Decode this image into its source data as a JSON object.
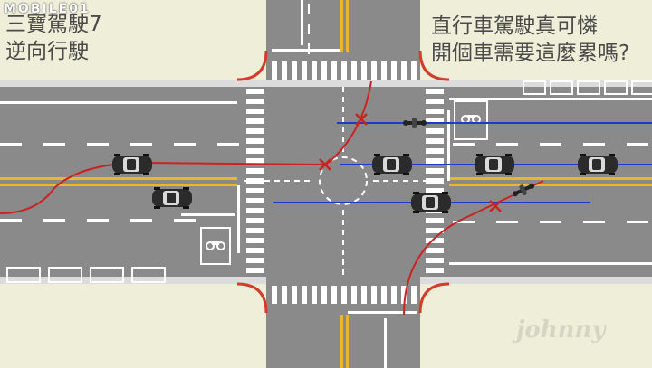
{
  "logo_text": "MOBILE01",
  "caption_left": {
    "line1": "三寶駕駛7",
    "line2": "逆向行駛"
  },
  "caption_right": {
    "line1": "直行車駕駛真可憐",
    "line2": "開個車需要這麼累嗎?"
  },
  "watermark": "johnny",
  "colors": {
    "grass": "#efefd9",
    "road": "#8a8a8a",
    "marking_white": "#ffffff",
    "marking_yellow": "#e9b62e",
    "curb": "#d63a2a",
    "path_red": "#cc2222",
    "path_blue": "#1a3cc8",
    "car_body": "#2b2b2b"
  },
  "icons": [
    "scooter-icon",
    "car-icon",
    "motorcycle-waiting-box-icon",
    "conflict-x-icon"
  ]
}
